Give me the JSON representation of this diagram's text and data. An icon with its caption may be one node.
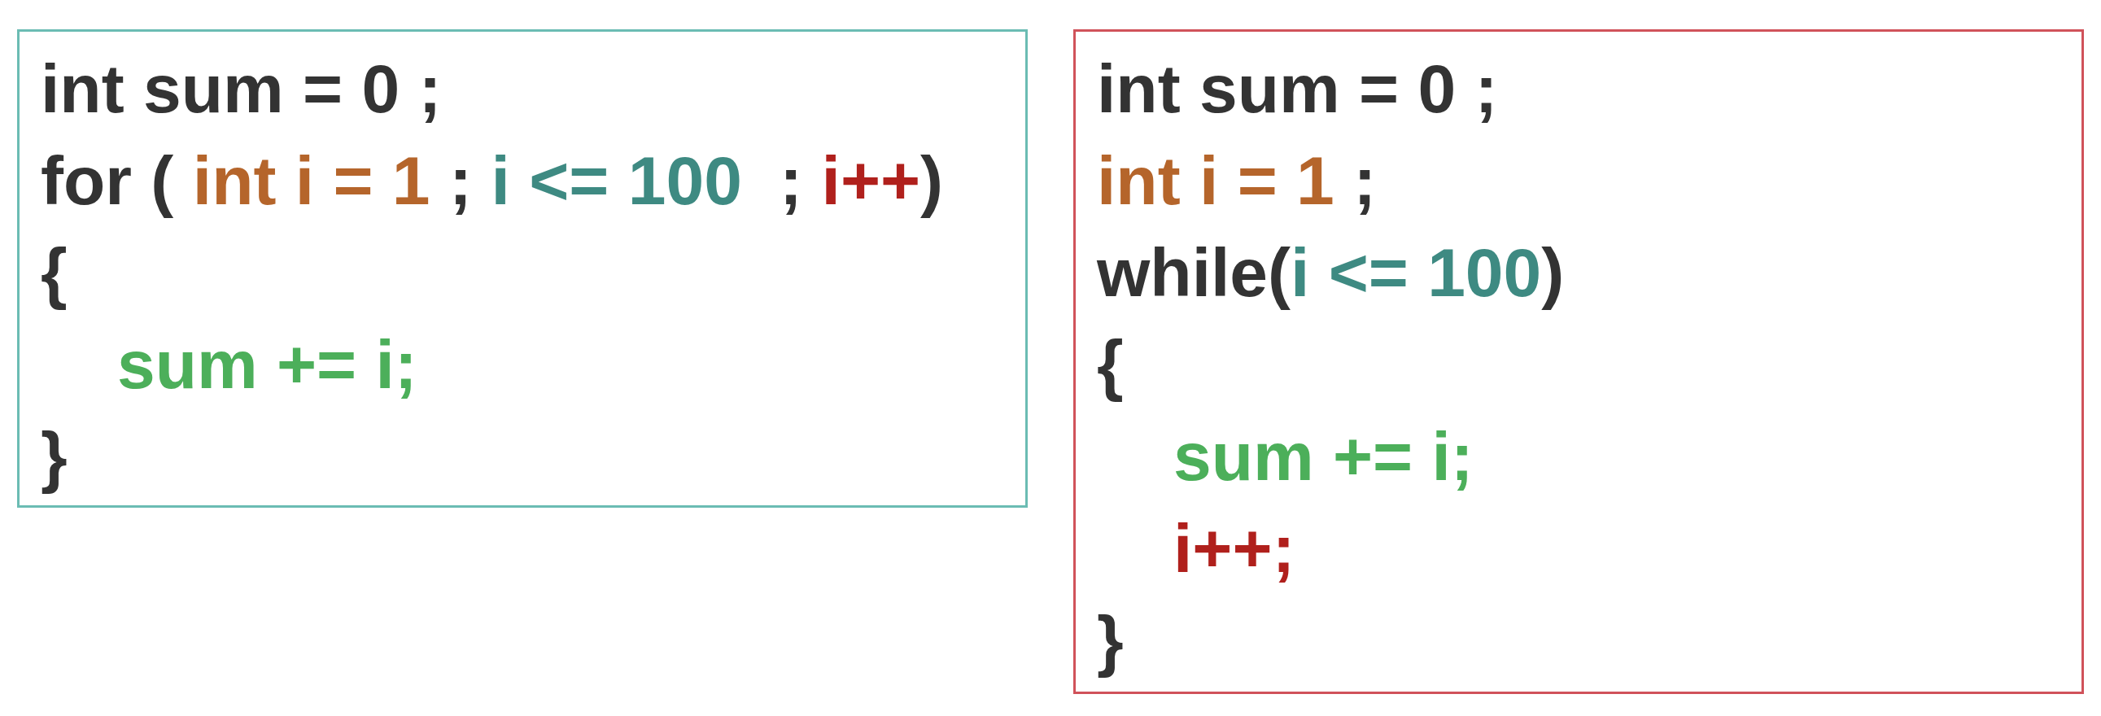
{
  "diagram": {
    "nodes": [
      {
        "text": [
          "int sum = 0 ;",
          "for (",
          "int i = 1",
          ";",
          "i <= 100",
          ";",
          "i++",
          ")",
          "{",
          "sum += i;",
          "}"
        ]
      },
      {
        "text": [
          "int sum = 0 ;",
          "int i = 1",
          ";",
          "while(",
          "i <= 100",
          ")",
          "{",
          "sum += i;",
          "i++;",
          "}"
        ]
      }
    ]
  }
}
